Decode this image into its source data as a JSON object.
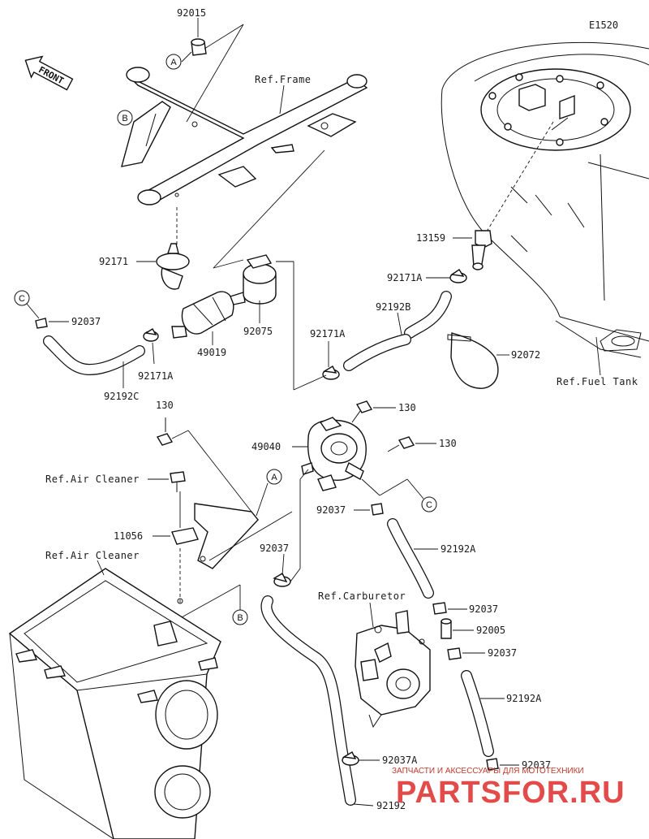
{
  "diagram_code": "E1520",
  "front_label": "FRONT",
  "callouts": {
    "a": "A",
    "b": "B",
    "c": "C"
  },
  "refs": {
    "frame": "Ref.Frame",
    "fuel_tank": "Ref.Fuel Tank",
    "air_cleaner_bolt": "Ref.Air Cleaner",
    "air_cleaner": "Ref.Air Cleaner",
    "carburetor": "Ref.Carburetor"
  },
  "parts": {
    "p92015": "92015",
    "p92171_top": "92171",
    "p92037_left": "92037",
    "p92171a_left": "92171A",
    "p92192c": "92192C",
    "p49019": "49019",
    "p92075": "92075",
    "p92171a_mid": "92171A",
    "p92192b": "92192B",
    "p92171a_right": "92171A",
    "p13159": "13159",
    "p92072": "92072",
    "p130_left": "130",
    "p130_top": "130",
    "p130_right": "130",
    "p49040": "49040",
    "p92037_pump": "92037",
    "p11056": "11056",
    "p92037_air": "92037",
    "p92192a_upper": "92192A",
    "p92037_r1": "92037",
    "p92005": "92005",
    "p92037_r2": "92037",
    "p92192a_lower": "92192A",
    "p92037a": "92037A",
    "p92037_bottom": "92037",
    "p92192": "92192"
  },
  "watermark": {
    "line1": "ЗАПЧАСТИ И АКСЕССУАРЫ ДЛЯ МОТОТЕХНИКИ",
    "line2": "PARTSFOR.RU"
  },
  "colors": {
    "line": "#111111",
    "watermark": "#e34b4b"
  }
}
